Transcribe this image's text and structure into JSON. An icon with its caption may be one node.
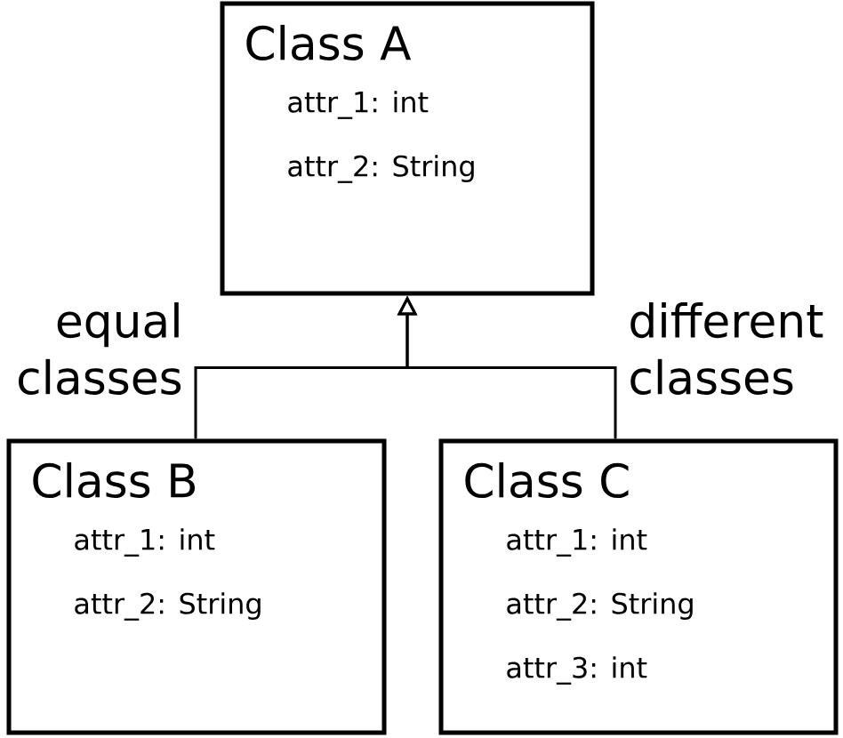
{
  "diagram": {
    "nodes": [
      {
        "text": [
          "Class A",
          "attr_1: int",
          "attr_2: String"
        ]
      },
      {
        "text": [
          "Class B",
          "attr_1: int",
          "attr_2: String"
        ]
      },
      {
        "text": [
          "Class C",
          "attr_1: int",
          "attr_2: String",
          "attr_3: int"
        ]
      }
    ],
    "edges": [
      {
        "from": 1,
        "to": 0,
        "arrow": "to"
      },
      {
        "from": 2,
        "to": 0,
        "arrow": "to"
      }
    ],
    "labels": [
      "equal classes",
      "different classes"
    ]
  }
}
